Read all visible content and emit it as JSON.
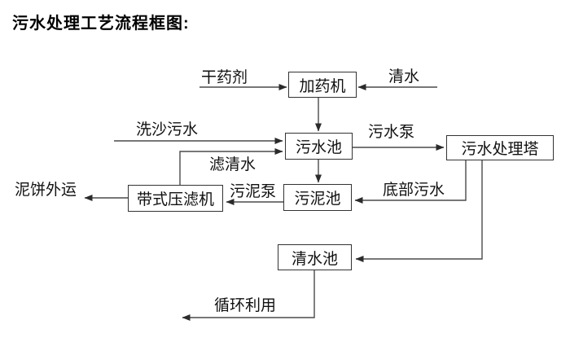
{
  "title": "污水处理工艺流程框图:",
  "diagram": {
    "nodes": {
      "dosing_machine": {
        "label": "加药机"
      },
      "sewage_pool": {
        "label": "污水池"
      },
      "sewage_treatment_tower": {
        "label": "污水处理塔"
      },
      "sludge_pool": {
        "label": "污泥池"
      },
      "belt_filter_press": {
        "label": "带式压滤机"
      },
      "clean_water_pool": {
        "label": "清水池"
      }
    },
    "flow_labels": {
      "dry_agent": "干药剂",
      "clean_water": "清水",
      "sand_washing_sewage": "洗沙污水",
      "sewage_pump": "污水泵",
      "filtered_water": "滤清水",
      "sludge_pump": "污泥泵",
      "bottom_sewage": "底部污水",
      "mud_cake_outbound": "泥饼外运",
      "recycle_use": "循环利用"
    },
    "colors": {
      "line": "#4a4a4a",
      "arrowhead": "#2b2b2b",
      "text": "#111111",
      "background": "#ffffff"
    }
  }
}
